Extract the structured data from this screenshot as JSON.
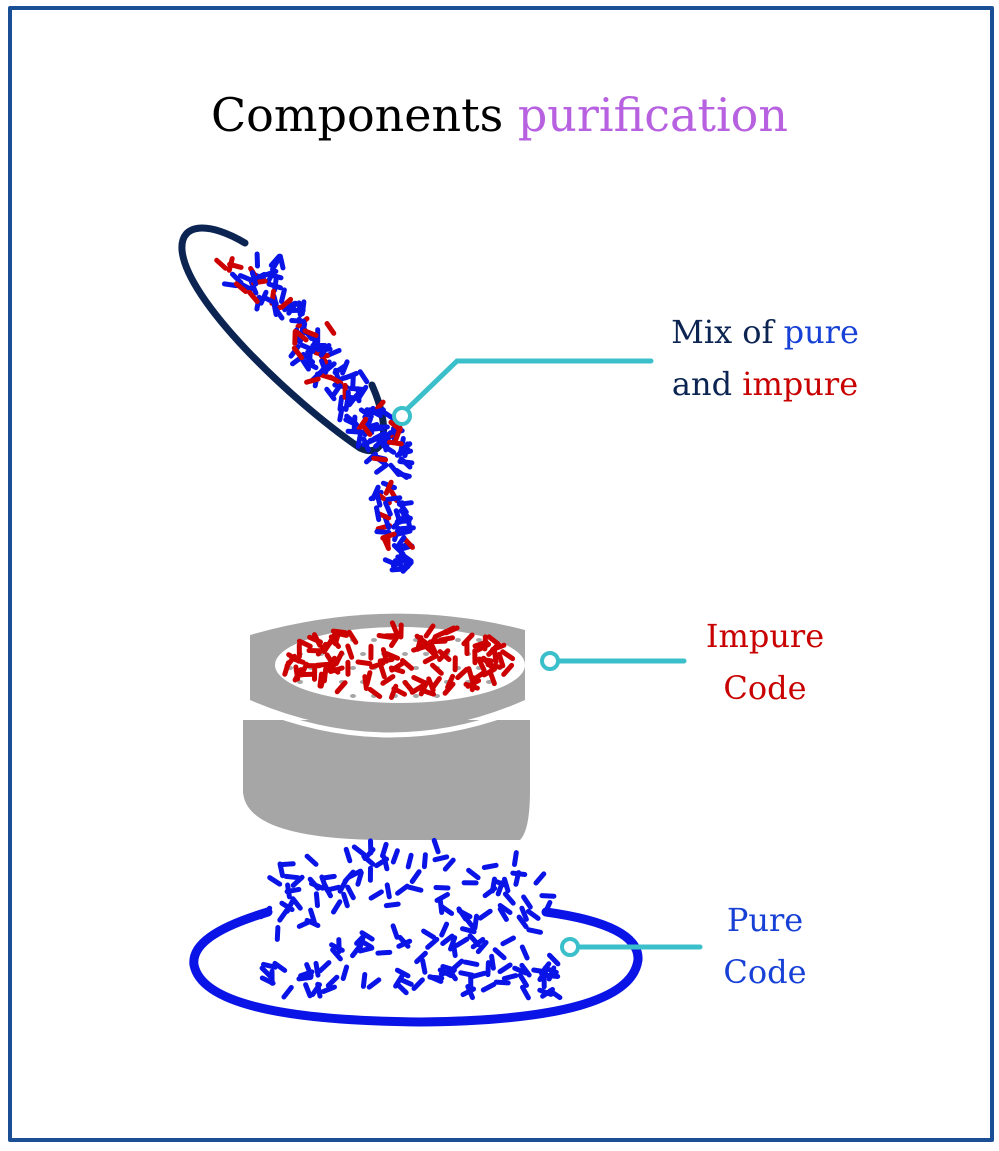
{
  "title": {
    "part1": "Components",
    "part2": "purification"
  },
  "labels": {
    "mix": {
      "line1_a": "Mix of",
      "line1_b": "pure",
      "line2_a": "and",
      "line2_b": "impure"
    },
    "impure": {
      "line1": "Impure",
      "line2": "Code"
    },
    "pure": {
      "line1": "Pure",
      "line2": "Code"
    }
  },
  "colors": {
    "frame": "#1a4f96",
    "title_accent": "#b761e0",
    "pure": "#0a14e6",
    "impure": "#cc0000",
    "callout": "#3bbfca",
    "scoop": "#0b2452",
    "sieve": "#a6a6a6",
    "dish": "#0a14e6"
  }
}
